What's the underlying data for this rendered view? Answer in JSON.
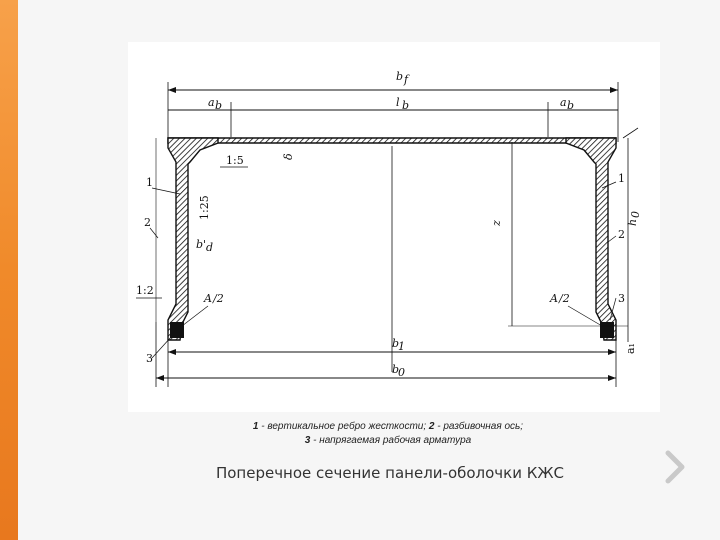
{
  "slide": {
    "title": "Поперечное сечение панели-оболочки КЖС",
    "caption": {
      "line1_num1": "1",
      "line1_text1": " - вертикальное ребро жесткости; ",
      "line1_num2": "2",
      "line1_text2": " - разбивочная ось;",
      "line2_num3": "3",
      "line2_text3": " - напрягаемая рабочая арматура"
    },
    "next_icon": "chevron-right-icon",
    "accent_color": "#f08a2a"
  },
  "diagram": {
    "labels": {
      "bf": "b",
      "bf_sub": "f",
      "ab_left": "a",
      "ab_left_sub": "b",
      "lb": "l",
      "lb_sub": "b",
      "ab_right": "a",
      "ab_right_sub": "b",
      "slope_top": "1:5",
      "slope_rib": "1:25",
      "slope_bottom": "1:2",
      "bd": "b'",
      "bd_sub": "d",
      "As_left": "A",
      "As_left_rest": "/2",
      "As_right": "A",
      "As_right_rest": "/2",
      "z": "z",
      "delta": "δ",
      "h0": "h",
      "h0_sub": "0",
      "a1": "a₁",
      "b1": "b",
      "b1_sub": "1",
      "b0": "b",
      "b0_sub": "0",
      "n1_left": "1",
      "n2_left": "2",
      "n3_left": "3",
      "n1_right": "1",
      "n2_right": "2",
      "n3_right": "3"
    }
  }
}
